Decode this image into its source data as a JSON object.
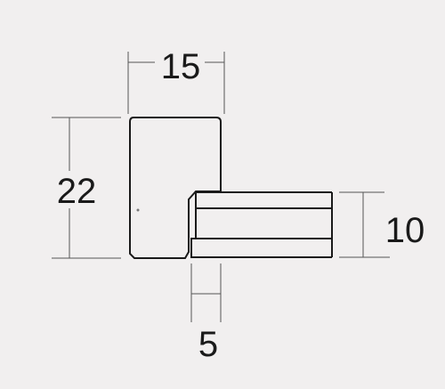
{
  "dimensions": {
    "width": "15",
    "height": "22",
    "rebate_height": "10",
    "rebate_width": "5"
  },
  "colors": {
    "background": "#f1efef",
    "outline": "#1a1a1a",
    "dimension_line": "#555555"
  }
}
